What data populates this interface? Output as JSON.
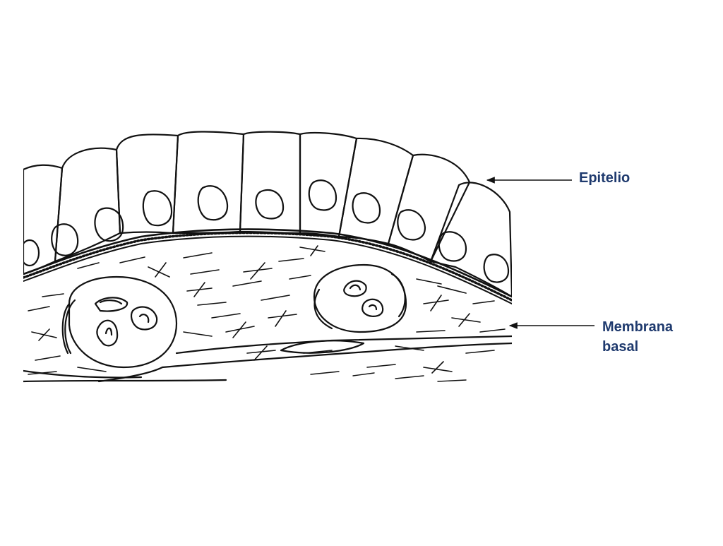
{
  "labels": {
    "epitelio": "Epitelio",
    "membrana_line1": "Membrana",
    "membrana_line2": "basal"
  },
  "colors": {
    "label_text": "#1f3a6e",
    "ink": "#111111",
    "background": "#ffffff"
  }
}
